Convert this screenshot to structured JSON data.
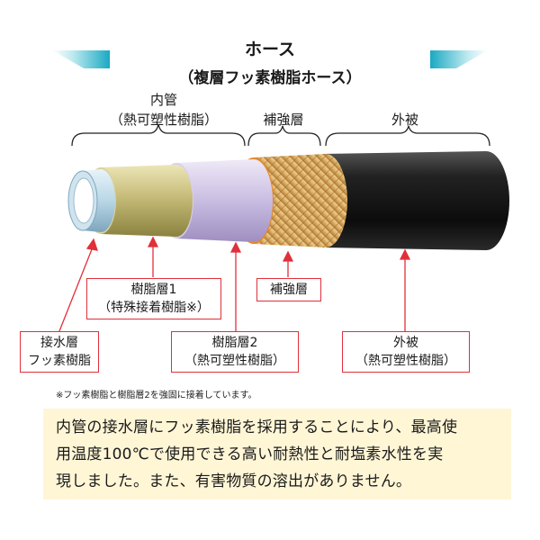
{
  "header": {
    "title": "ホース",
    "subtitle": "（複層フッ素樹脂ホース）"
  },
  "sections": {
    "inner_tube_title": "内管",
    "inner_tube_material": "（熱可塑性樹脂）",
    "reinforcement": "補強層",
    "outer_cover": "外被"
  },
  "callouts": {
    "resin1_line1": "樹脂層1",
    "resin1_line2": "（特殊接着樹脂※）",
    "reinforcement": "補強層",
    "water_line1": "接水層",
    "water_line2": "フッ素樹脂",
    "resin2_line1": "樹脂層2",
    "resin2_line2": "（熱可塑性樹脂）",
    "outer_line1": "外被",
    "outer_line2": "（熱可塑性樹脂）"
  },
  "note": "※フッ素樹脂と樹脂層2を強固に接着しています。",
  "description": {
    "line1": "内管の接水層にフッ素樹脂を採用することにより、最高使",
    "line2": "用温度100℃で使用できる高い耐熱性と耐塩素水性を実",
    "line3": "現しました。また、有害物質の溶出がありません。"
  },
  "colors": {
    "callout_border": "#e0303a",
    "arrow": "#e0303a",
    "accent_teal": "#1aa9c2",
    "description_bg": "#fff6d6"
  }
}
